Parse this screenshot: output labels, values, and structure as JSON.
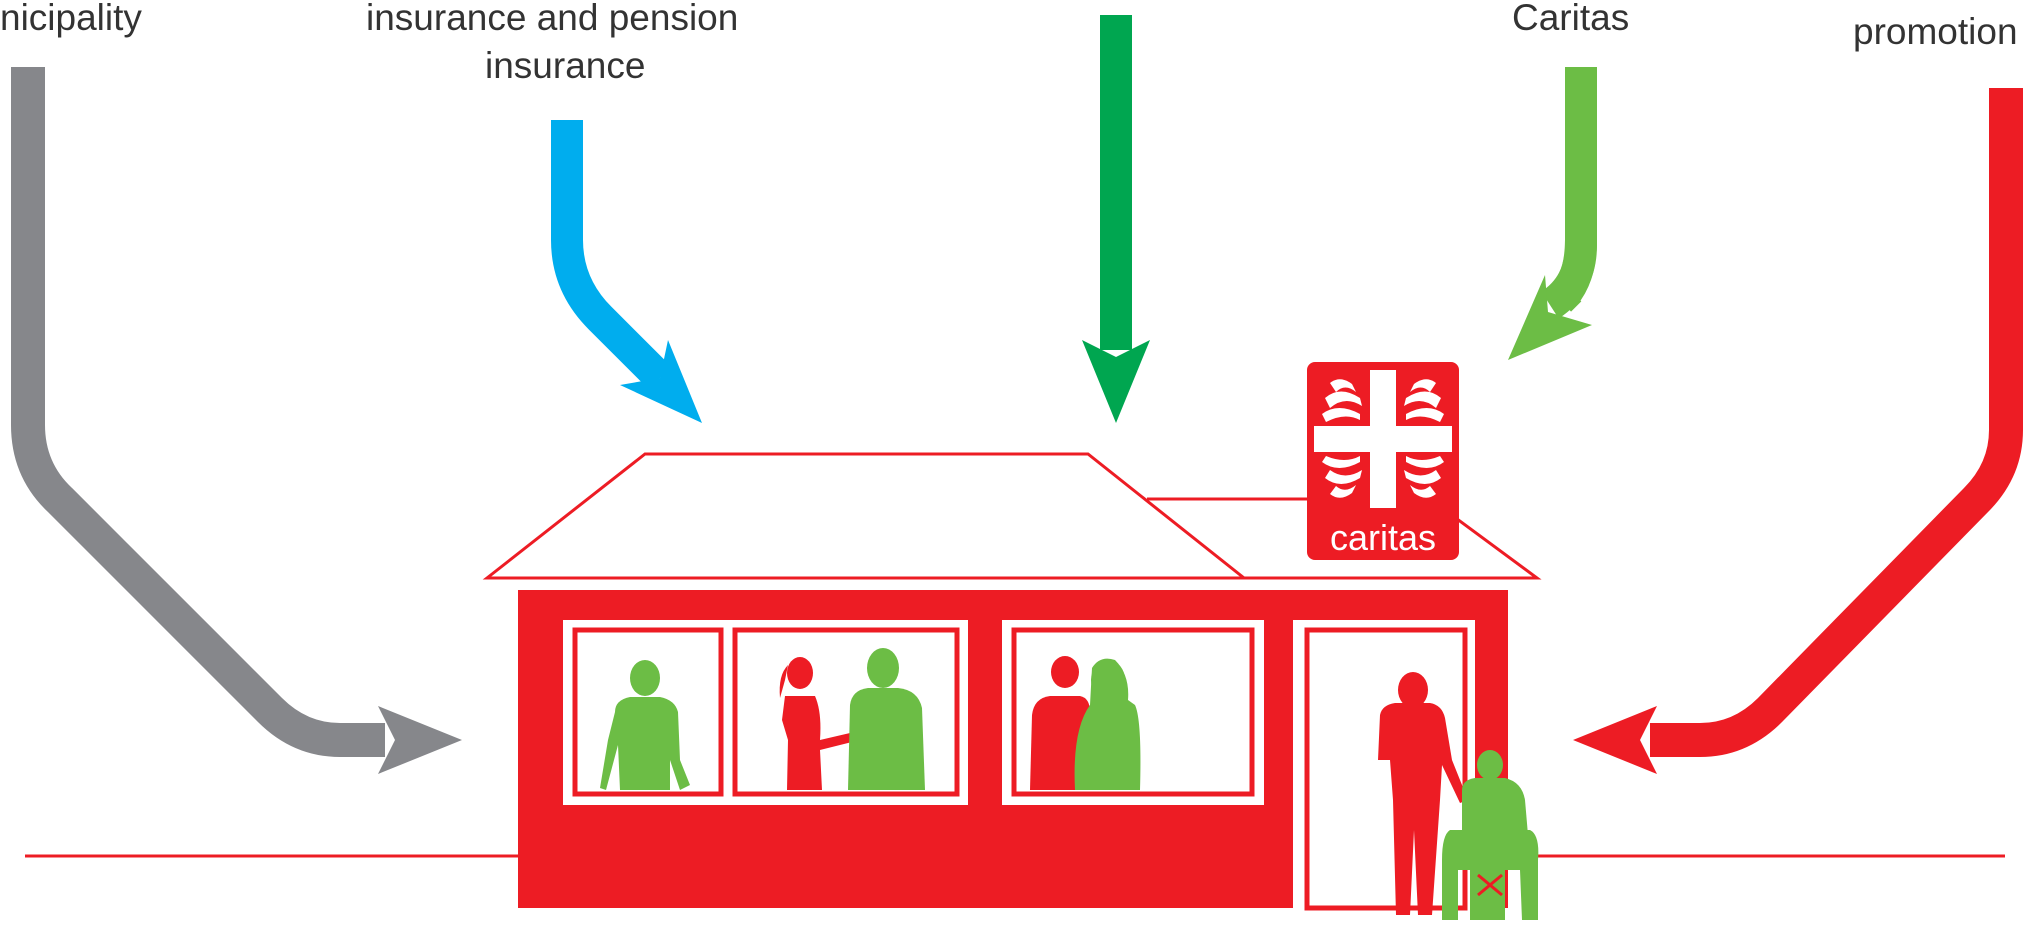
{
  "labels": {
    "municipality": "nicipality",
    "insurance_line1": "insurance and pension",
    "insurance_line2": "insurance",
    "caritas": "Caritas",
    "promotion": "promotion"
  },
  "logo": {
    "text": "caritas"
  },
  "colors": {
    "gray_arrow": "#86878b",
    "blue_arrow": "#00adee",
    "dark_green_arrow": "#00a650",
    "light_green_arrow": "#6cbd45",
    "red": "#ed1c24",
    "people_green": "#6cbd45",
    "text": "#333333"
  },
  "icons": [
    "person-icon",
    "wheelchair-user-icon",
    "caritas-cross-icon"
  ]
}
